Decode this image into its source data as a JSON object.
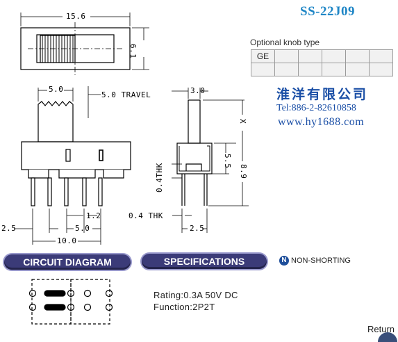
{
  "model": "SS-22J09",
  "knob": {
    "header": "Optional knob type",
    "cells": [
      "GE",
      "",
      "",
      "",
      "",
      "",
      ""
    ]
  },
  "company": {
    "name": "淮洋有限公司",
    "tel": "Tel:886-2-82610858",
    "web": "www.hy1688.com"
  },
  "dimensions": {
    "top_length": "15.6",
    "top_height": "6.1",
    "knob_width": "5.0",
    "travel": "5.0 TRAVEL",
    "pin_offset": "2.5",
    "pin_pitch": "5.0",
    "total_width": "10.0",
    "pin_gap": "1.2",
    "side_top": "3.0",
    "side_x": "X",
    "side_55": "5.5",
    "side_89": "8.9",
    "thk_vertical": "0.4THK",
    "thk_horizontal": "0.4 THK",
    "side_bottom": "2.5"
  },
  "sections": {
    "circuit": "CIRCUIT DIAGRAM",
    "specs": "SPECIFICATIONS",
    "non_shorting": "NON-SHORTING",
    "non_shorting_icon": "N"
  },
  "specs": {
    "rating": "Rating:0.3A 50V DC",
    "function": "Function:2P2T"
  },
  "nav": {
    "return_label": "Return"
  }
}
